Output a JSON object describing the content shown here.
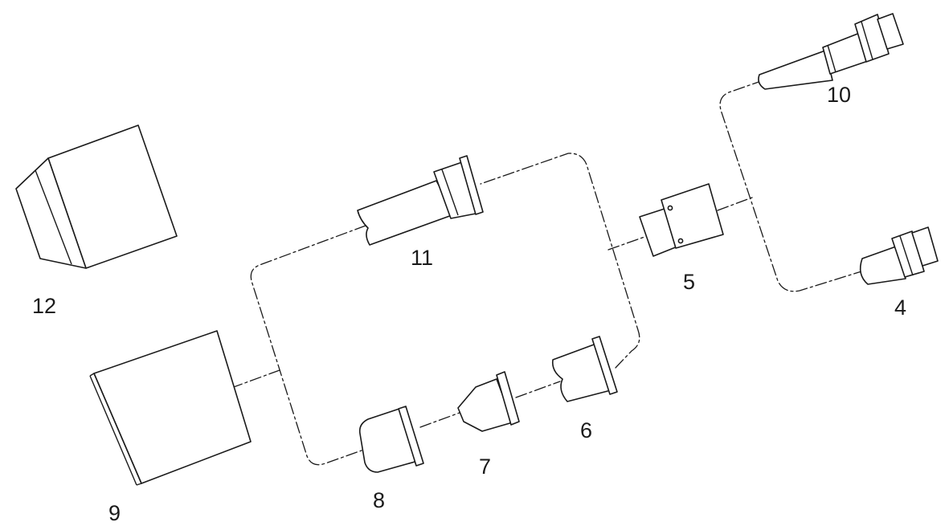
{
  "labels": {
    "c4": "4",
    "c5": "5",
    "c6": "6",
    "c7": "7",
    "c8": "8",
    "c9": "9",
    "c10": "10",
    "c11": "11",
    "c12": "12"
  },
  "colors": {
    "line": "#1a1a1a",
    "background": "#ffffff"
  }
}
